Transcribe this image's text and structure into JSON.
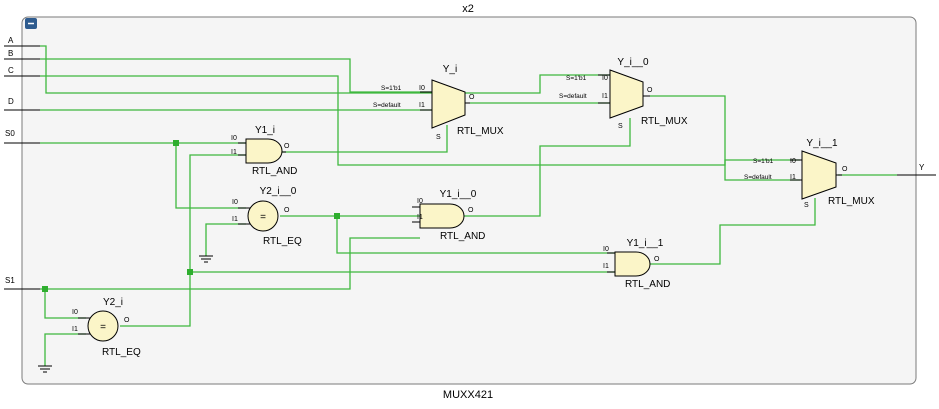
{
  "module": {
    "instance_name": "x2",
    "type_name": "MUXX421",
    "collapse_symbol": "−"
  },
  "ports": {
    "A": "A",
    "B": "B",
    "C": "C",
    "D": "D",
    "S0": "S0",
    "S1": "S1",
    "Y": "Y"
  },
  "cells": {
    "mux_y_i": {
      "name": "Y_i",
      "type": "RTL_MUX",
      "pin_i0_cond": "S=1'b1",
      "pin_i0": "I0",
      "pin_i1_cond": "S=default",
      "pin_i1": "I1",
      "pin_o": "O",
      "pin_s": "S"
    },
    "mux_y_i_0": {
      "name": "Y_i__0",
      "type": "RTL_MUX",
      "pin_i0_cond": "S=1'b1",
      "pin_i0": "I0",
      "pin_i1_cond": "S=default",
      "pin_i1": "I1",
      "pin_o": "O",
      "pin_s": "S"
    },
    "mux_y_i_1": {
      "name": "Y_i__1",
      "type": "RTL_MUX",
      "pin_i0_cond": "S=1'b1",
      "pin_i0": "I0",
      "pin_i1_cond": "S=default",
      "pin_i1": "I1",
      "pin_o": "O",
      "pin_s": "S"
    },
    "and_y1_i": {
      "name": "Y1_i",
      "type": "RTL_AND",
      "pin_i0": "I0",
      "pin_i1": "I1",
      "pin_o": "O"
    },
    "and_y1_i_0": {
      "name": "Y1_i__0",
      "type": "RTL_AND",
      "pin_i0": "I0",
      "pin_i1": "I1",
      "pin_o": "O"
    },
    "and_y1_i_1": {
      "name": "Y1_i__1",
      "type": "RTL_AND",
      "pin_i0": "I0",
      "pin_i1": "I1",
      "pin_o": "O"
    },
    "eq_y2_i_0": {
      "name": "Y2_i__0",
      "type": "RTL_EQ",
      "symbol": "=",
      "pin_i0": "I0",
      "pin_i1": "I1",
      "pin_o": "O"
    },
    "eq_y2_i": {
      "name": "Y2_i",
      "type": "RTL_EQ",
      "symbol": "=",
      "pin_i0": "I0",
      "pin_i1": "I1",
      "pin_o": "O"
    }
  },
  "colors": {
    "wire": "#3fb83f",
    "cell_fill": "#fbf5c8",
    "module_fill": "#f5f5f5",
    "collapse_button": "#2f5c8f"
  }
}
